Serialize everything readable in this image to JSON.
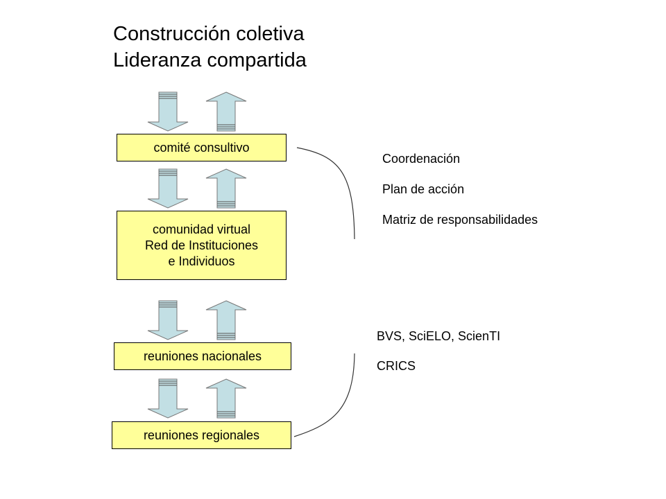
{
  "title": {
    "line1": "Construcción coletiva",
    "line2": "Lideranza compartida"
  },
  "boxes": [
    {
      "lines": [
        "comité consultivo"
      ]
    },
    {
      "lines": [
        "comunidad virtual",
        "Red de Instituciones",
        "e Individuos"
      ]
    },
    {
      "lines": [
        "reuniones nacionales"
      ]
    },
    {
      "lines": [
        "reuniones regionales"
      ]
    }
  ],
  "right_upper": [
    "Coordenación",
    "Plan de acción",
    "Matriz de responsabilidades"
  ],
  "right_lower": [
    "BVS, SciELO, ScienTI",
    "CRICS"
  ],
  "colors": {
    "box_fill": "#ffff99",
    "arrow_fill": "#c2dfe4",
    "stroke": "#333333"
  }
}
